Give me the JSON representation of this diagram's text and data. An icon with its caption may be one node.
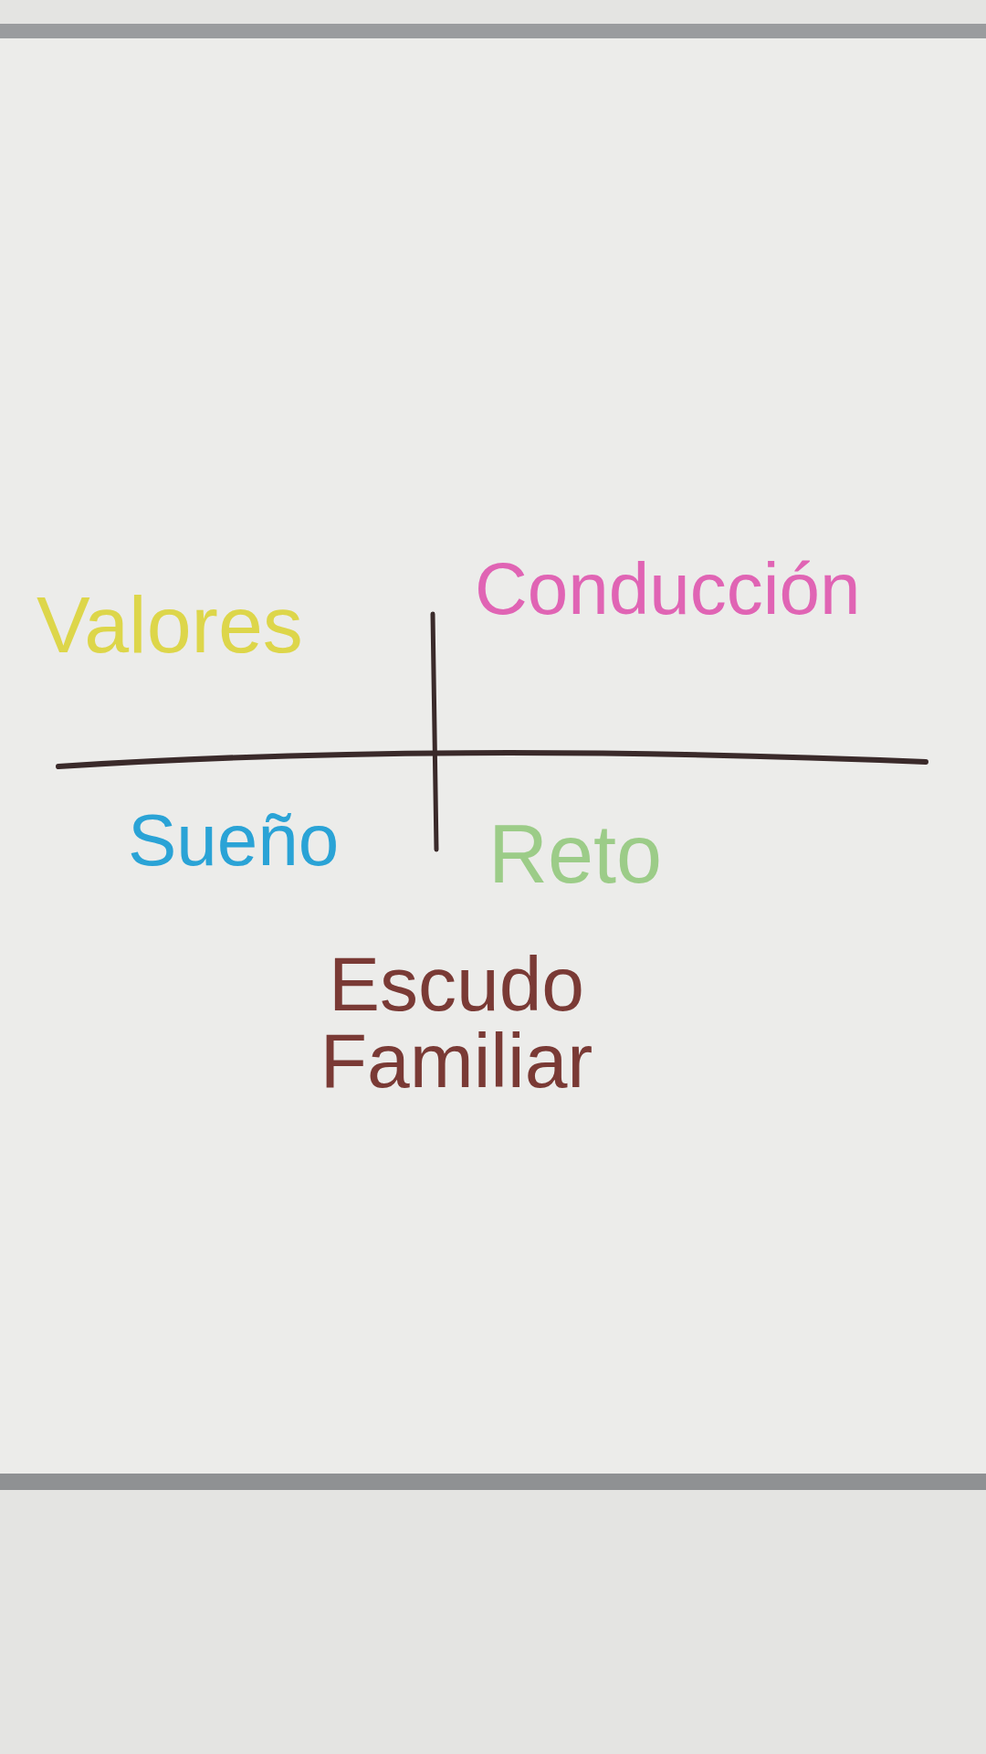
{
  "diagram": {
    "labels": [
      "Valores",
      "Conducción",
      "Sueño",
      "Reto",
      "Escudo Familiar"
    ]
  }
}
